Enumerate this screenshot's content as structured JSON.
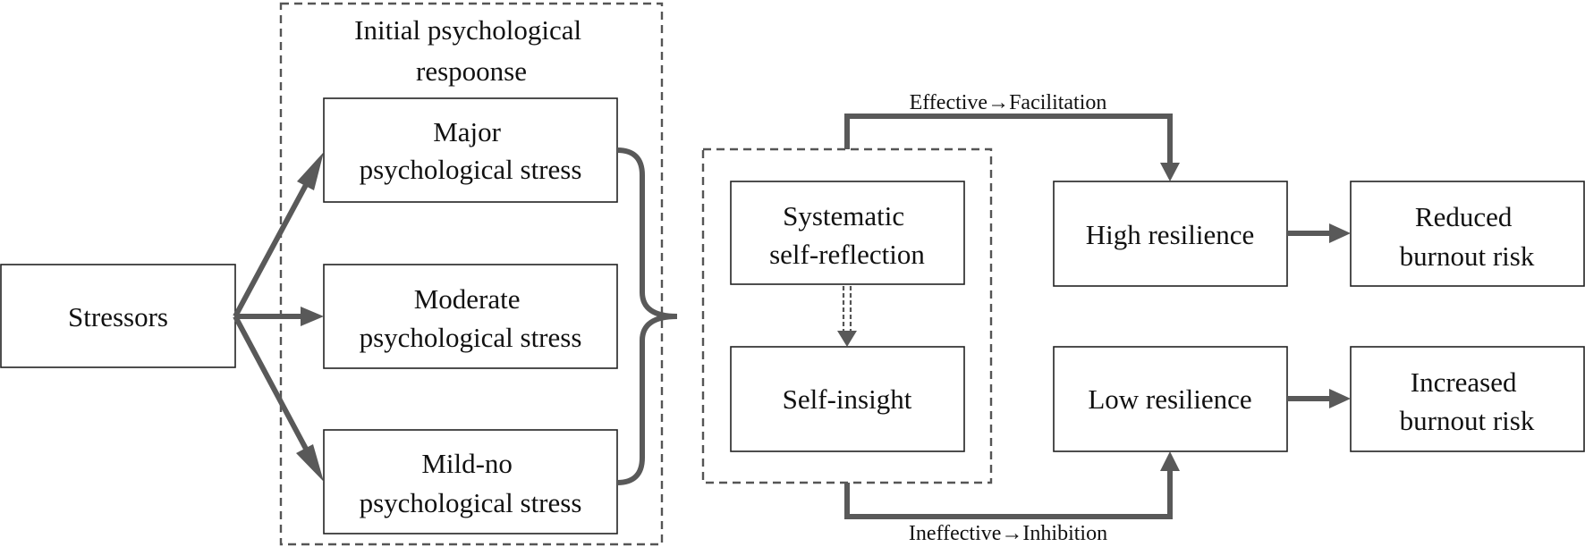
{
  "diagram": {
    "group_initial_label": [
      "Initial psychological",
      "respoonse"
    ],
    "stressors": "Stressors",
    "major_stress": [
      "Major",
      "psychological stress"
    ],
    "moderate_stress": [
      "Moderate",
      "psychological stress"
    ],
    "mild_stress": [
      "Mild-no",
      "psychological stress"
    ],
    "systematic_reflection": [
      "Systematic",
      "self-reflection"
    ],
    "self_insight": "Self-insight",
    "high_resilience": "High resilience",
    "low_resilience": "Low resilience",
    "reduced_risk": [
      "Reduced",
      "burnout risk"
    ],
    "increased_risk": [
      "Increased",
      "burnout risk"
    ],
    "effective_label": "Effective→Facilitation",
    "ineffective_label": "Ineffective→Inhibition"
  },
  "colors": {
    "connector": "#595959",
    "box_border": "#222222",
    "dashed_group": "#555555"
  }
}
